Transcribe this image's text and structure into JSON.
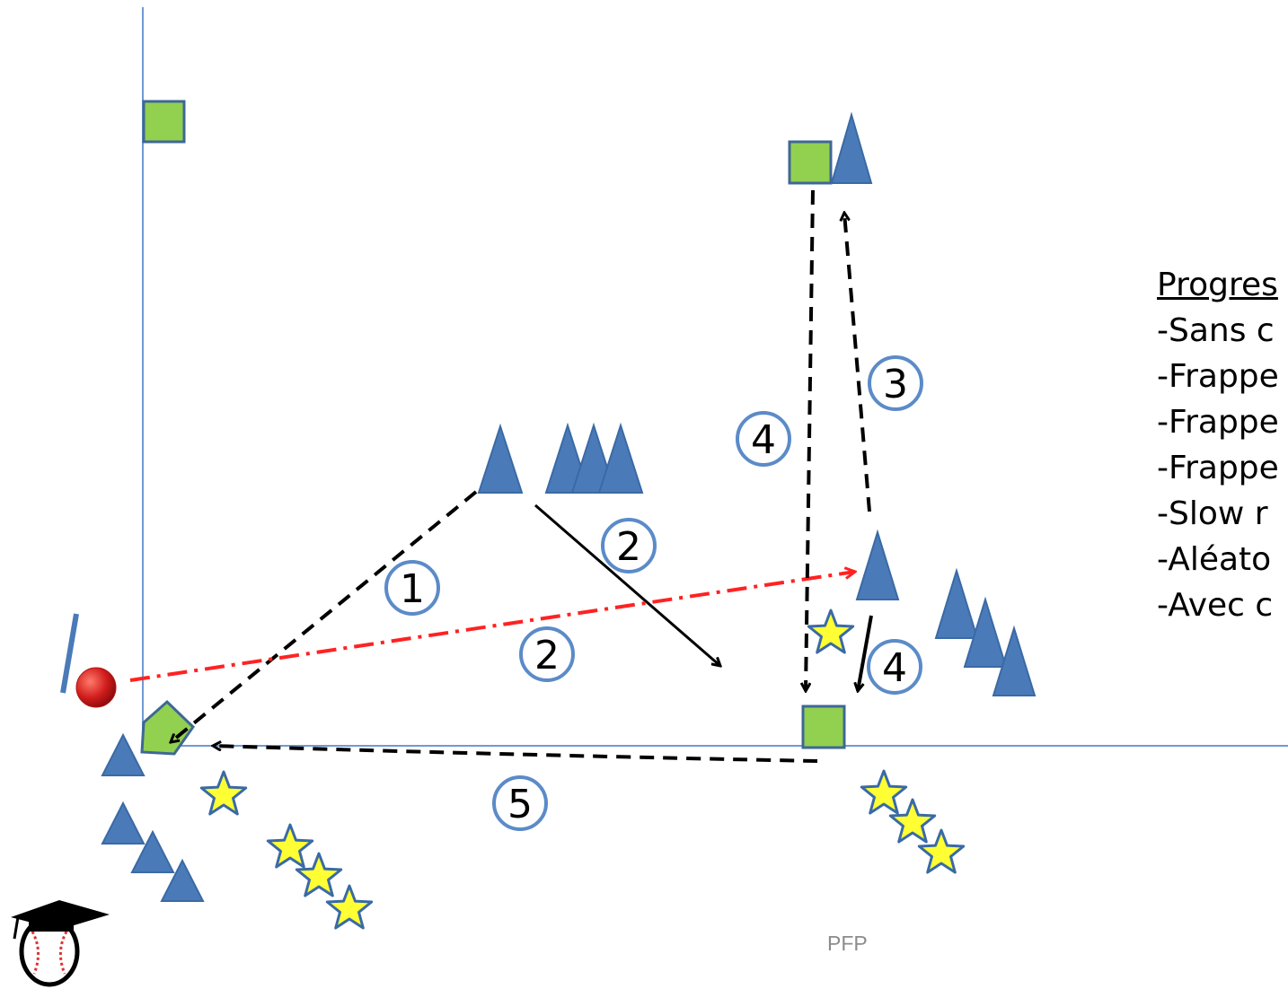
{
  "progressions": {
    "title": "Progres",
    "items": [
      "-Sans c",
      "-Frappe",
      "-Frappe",
      "-Frappe",
      "-Slow r",
      "-Aléato",
      "-Avec c"
    ]
  },
  "step_labels": {
    "one": "1",
    "two_a": "2",
    "two_b": "2",
    "three": "3",
    "four_a": "4",
    "four_b": "4",
    "five": "5"
  },
  "footer": {
    "text": "PFP"
  },
  "colors": {
    "player": "#4a7ab8",
    "player_stroke": "#3a6aa5",
    "base": "#92d050",
    "star": "#ffff33",
    "ball": "#d01c1c",
    "throw_path": "#ff2222",
    "field_line": "#6f9ad4"
  }
}
